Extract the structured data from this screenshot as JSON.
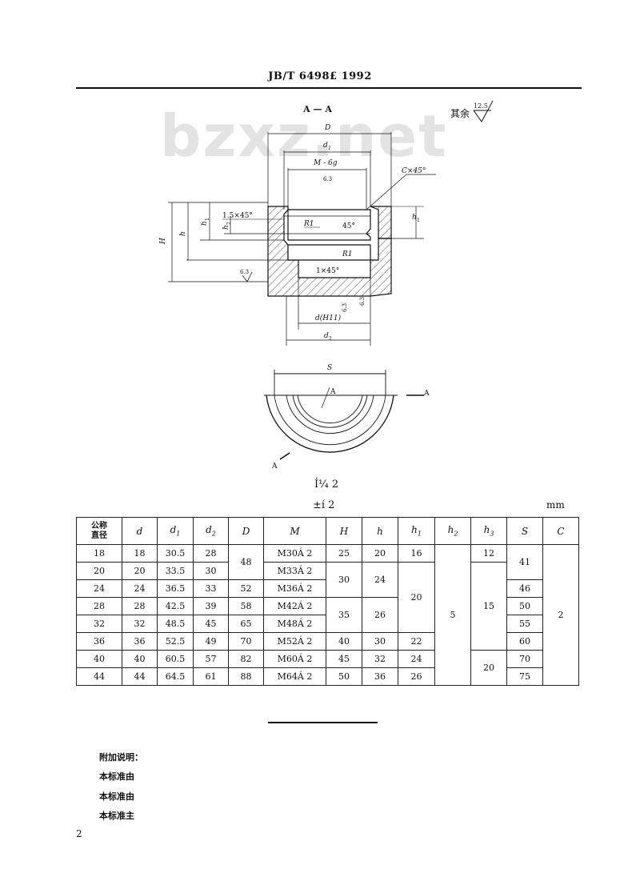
{
  "header": {
    "standard": "JB/T 6498£ 1992"
  },
  "watermark": {
    "text": "bzxz.net"
  },
  "figure": {
    "section_label": "A — A",
    "roughness_note": "其余",
    "roughness_value": "12.5",
    "labels": {
      "D": "D",
      "d1": "d",
      "d1_sub": "1",
      "M": "M - 6g",
      "r63_top": "6.3",
      "chamfer": "C×45°",
      "c15": "1.5×45°",
      "a45": "45°",
      "R1a": "R1",
      "R1b": "R1",
      "c1": "1×45°",
      "H": "H",
      "h": "h",
      "h1": "h",
      "h1_sub": "1",
      "h2": "h",
      "h2_sub": "2",
      "h1r": "h",
      "h1r_sub": "1",
      "r63_left": "6.3",
      "r63_b1": "6.3",
      "r63_b2": "6.3",
      "dH11": "d(H11)",
      "d2": "d",
      "d2_sub": "2",
      "S": "S",
      "A_top": "A",
      "A_right": "A",
      "A_bottom": "A"
    },
    "caption": "Í¼ 2"
  },
  "table": {
    "caption": "±í 2",
    "unit": "mm",
    "nominal_header": "公称\n直径",
    "headers": [
      "d",
      "d1",
      "d2",
      "D",
      "M",
      "H",
      "h",
      "h1",
      "h2",
      "h3",
      "S",
      "C"
    ],
    "rows": [
      {
        "nom": "18",
        "d": "18",
        "d1": "30.5",
        "d2": "28",
        "D": "48",
        "M": "M30Á 2",
        "H": "25",
        "h": "20",
        "h1": "16",
        "h2": "5",
        "h3": "12",
        "S": "41",
        "C": "2"
      },
      {
        "nom": "20",
        "d": "20",
        "d1": "33.5",
        "d2": "30",
        "M": "M33Á 2",
        "H": "30",
        "h": "24",
        "h1": "20",
        "h3": "15"
      },
      {
        "nom": "24",
        "d": "24",
        "d1": "36.5",
        "d2": "33",
        "D": "52",
        "M": "M36Á 2",
        "S": "46"
      },
      {
        "nom": "28",
        "d": "28",
        "d1": "42.5",
        "d2": "39",
        "D": "58",
        "M": "M42Á 2",
        "H": "35",
        "h": "26",
        "S": "50"
      },
      {
        "nom": "32",
        "d": "32",
        "d1": "48.5",
        "d2": "45",
        "D": "65",
        "M": "M48Á 2",
        "S": "55"
      },
      {
        "nom": "36",
        "d": "36",
        "d1": "52.5",
        "d2": "49",
        "D": "70",
        "M": "M52Á 2",
        "H": "40",
        "h": "30",
        "h1": "22",
        "S": "60"
      },
      {
        "nom": "40",
        "d": "40",
        "d1": "60.5",
        "d2": "57",
        "D": "82",
        "M": "M60Á 2",
        "H": "45",
        "h": "32",
        "h1": "24",
        "h3": "20",
        "S": "70"
      },
      {
        "nom": "44",
        "d": "44",
        "d1": "64.5",
        "d2": "61",
        "D": "88",
        "M": "M64Á 2",
        "H": "50",
        "h": "36",
        "h1": "26",
        "S": "75"
      }
    ]
  },
  "notes": [
    "附加说明：",
    "本标准由",
    "本标准由",
    "本标准主"
  ],
  "page_number": "2"
}
